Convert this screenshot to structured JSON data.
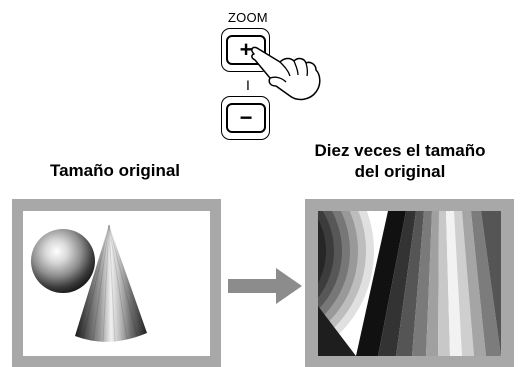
{
  "zoom_control": {
    "label": "ZOOM",
    "plus_symbol": "+",
    "minus_symbol": "−",
    "separator": "I"
  },
  "left_panel": {
    "caption": "Tamaño original"
  },
  "right_panel": {
    "caption_line1": "Diez veces el tamaño",
    "caption_line2": "del original"
  },
  "icons": {
    "hand": "pointing-hand-icon",
    "arrow": "right-arrow-icon"
  },
  "colors": {
    "frame_gray": "#a8a8a8",
    "arrow_gray": "#8c8c8c"
  }
}
